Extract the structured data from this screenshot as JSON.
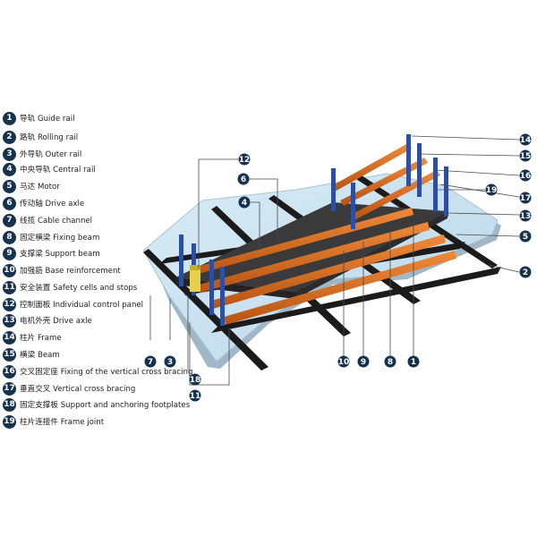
{
  "legend": [
    {
      "num": "1",
      "zh": "导轨",
      "en": "Guide rail"
    },
    {
      "num": "2",
      "zh": "路轨",
      "en": "Rolling rail"
    },
    {
      "num": "3",
      "zh": "外导轨",
      "en": "Outer rail"
    },
    {
      "num": "4",
      "zh": "中央导轨",
      "en": "Central rail"
    },
    {
      "num": "5",
      "zh": "马达",
      "en": "Motor"
    },
    {
      "num": "6",
      "zh": "传动轴",
      "en": "Drive axle"
    },
    {
      "num": "7",
      "zh": "线揽",
      "en": "Cable channel"
    },
    {
      "num": "8",
      "zh": "固定横梁",
      "en": "Fixing beam"
    },
    {
      "num": "9",
      "zh": "支撑梁",
      "en": "Support beam"
    },
    {
      "num": "10",
      "zh": "加强筋",
      "en": "Base reinforcement"
    },
    {
      "num": "11",
      "zh": "安全装置",
      "en": "Safety cells and stops"
    },
    {
      "num": "12",
      "zh": "控制面板",
      "en": "Individual control panel"
    },
    {
      "num": "13",
      "zh": "电机外壳",
      "en": "Drive axle"
    },
    {
      "num": "14",
      "zh": "柱片",
      "en": "Frame"
    },
    {
      "num": "15",
      "zh": "横梁",
      "en": "Beam"
    },
    {
      "num": "16",
      "zh": "交叉固定座",
      "en": "Fixing of the vertical cross bracing"
    },
    {
      "num": "17",
      "zh": "垂直交叉",
      "en": "Vertical cross bracing"
    },
    {
      "num": "18",
      "zh": "固定支撑板",
      "en": "Support and anchoring footplates"
    },
    {
      "num": "19",
      "zh": "柱片连接件",
      "en": "Frame joint"
    }
  ],
  "callouts": [
    {
      "num": "14"
    },
    {
      "num": "15"
    },
    {
      "num": "16"
    },
    {
      "num": "17"
    },
    {
      "num": "13"
    },
    {
      "num": "5"
    },
    {
      "num": "2"
    },
    {
      "num": "19"
    },
    {
      "num": "12"
    },
    {
      "num": "6"
    },
    {
      "num": "4"
    },
    {
      "num": "7"
    },
    {
      "num": "3"
    },
    {
      "num": "18"
    },
    {
      "num": "11"
    },
    {
      "num": "10"
    },
    {
      "num": "9"
    },
    {
      "num": "8"
    },
    {
      "num": "1"
    }
  ],
  "colors": {
    "badge": "#16324f",
    "floor": "#c7e1f0",
    "floor_edge": "#9fb7c6",
    "rail": "#1b1b1b",
    "beam": "#d8671f",
    "beam_dark": "#a44a12",
    "frame": "#2c4fa3",
    "base": "#3a3a3a",
    "motor": "#e6d24a"
  }
}
